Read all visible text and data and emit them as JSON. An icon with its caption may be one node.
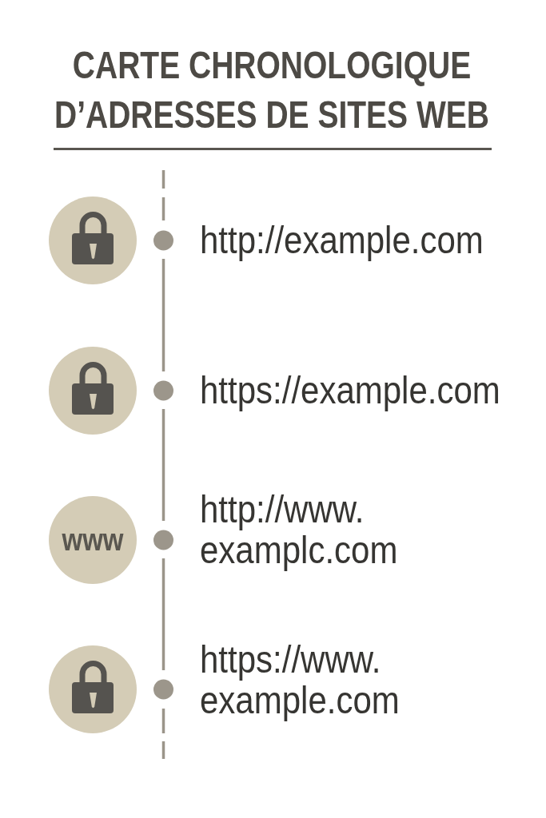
{
  "diagram": {
    "title": "CARTE CHRONOLOGIQUE D’ADRESSES DE SITES WEB",
    "nodes": [
      {
        "text": [],
        "shape": "circle",
        "beside": [
          "http://example.com"
        ]
      },
      {
        "text": [],
        "shape": "circle",
        "beside": [
          "https://example.com"
        ]
      },
      {
        "text": [
          "www"
        ],
        "beside": [
          "http://www. examplc.com"
        ]
      },
      {
        "text": [],
        "shape": "circle",
        "beside": [
          "https://www. example.com"
        ]
      }
    ]
  }
}
